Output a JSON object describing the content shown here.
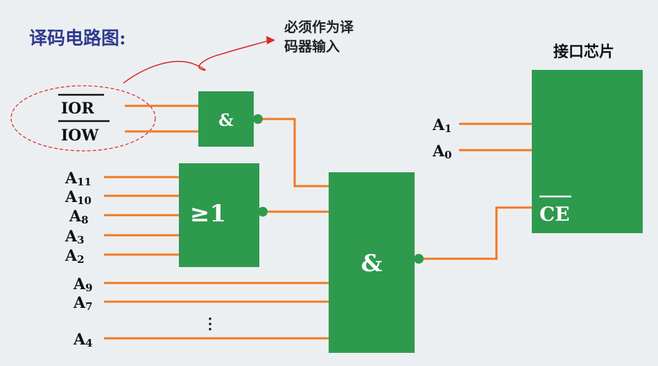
{
  "title": "译码电路图:",
  "annotation": {
    "line1": "必须作为译",
    "line2": "码器输入"
  },
  "chip": {
    "title": "接口芯片",
    "pins": {
      "a1": {
        "main": "A",
        "sub": "1"
      },
      "a0": {
        "main": "A",
        "sub": "0"
      },
      "ce": "CE"
    }
  },
  "inputs": {
    "ior": "IOR",
    "iow": "IOW",
    "a11": {
      "main": "A",
      "sub": "11"
    },
    "a10": {
      "main": "A",
      "sub": "10"
    },
    "a8": {
      "main": "A",
      "sub": "8"
    },
    "a3": {
      "main": "A",
      "sub": "3"
    },
    "a2": {
      "main": "A",
      "sub": "2"
    },
    "a9": {
      "main": "A",
      "sub": "9"
    },
    "a7": {
      "main": "A",
      "sub": "7"
    },
    "a4": {
      "main": "A",
      "sub": "4"
    },
    "ellipsis": "⋮"
  },
  "gates": {
    "and_top": "&",
    "or_gate": "≥1",
    "and_main": "&"
  },
  "colors": {
    "wire": "#f07820",
    "gate": "#2e9a4e",
    "annotation": "#d92b2b",
    "title": "#2f3a8f"
  }
}
